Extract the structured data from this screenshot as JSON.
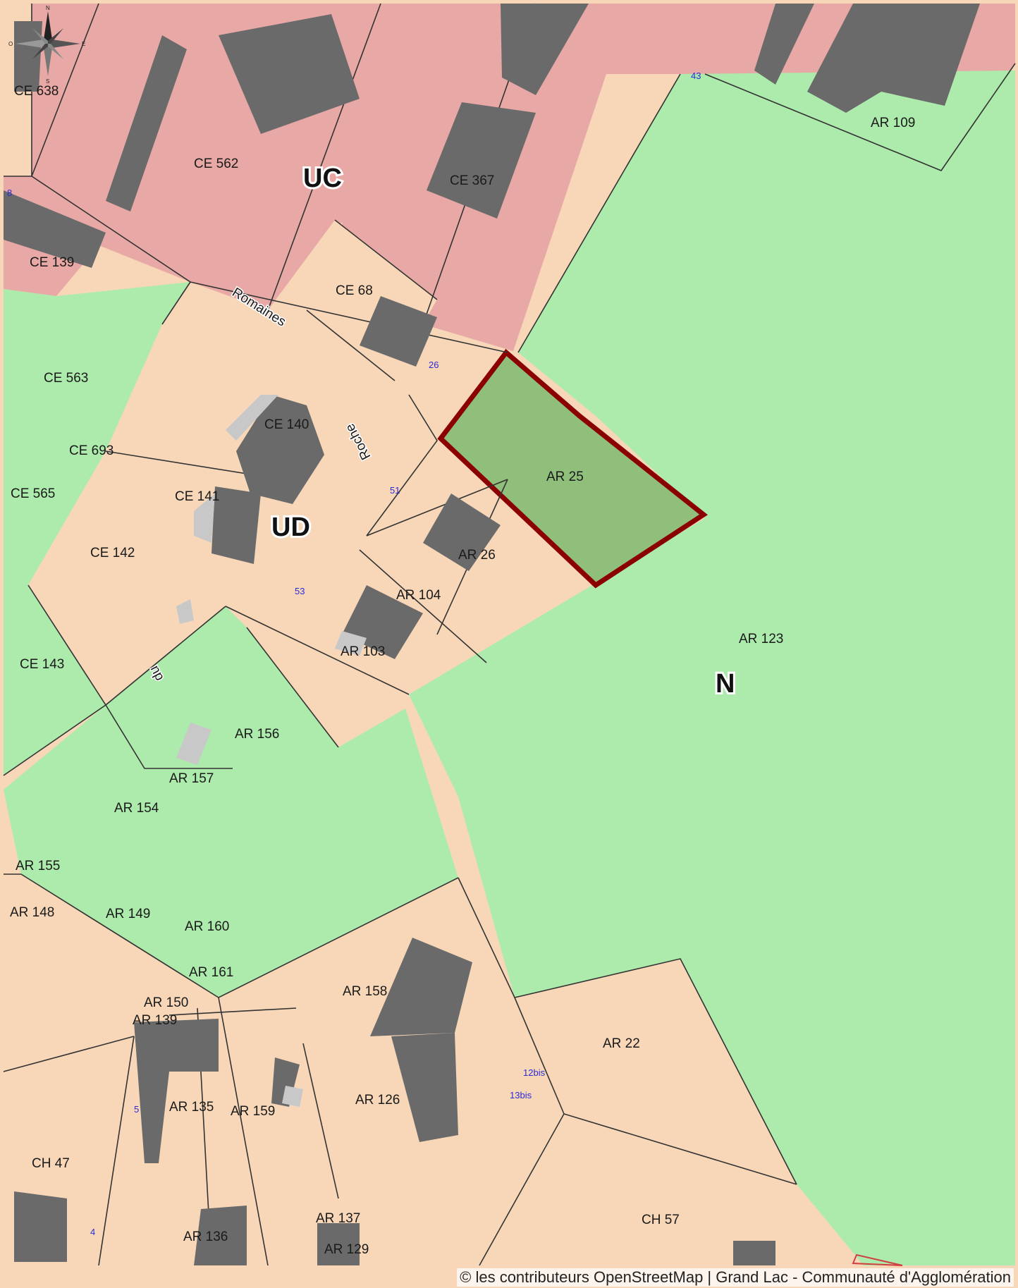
{
  "map": {
    "colors": {
      "uc_zone": "#e8a9a6",
      "ud_zone": "#f7d7b8",
      "n_zone": "#acebac",
      "building": "#6a6a6a",
      "annex": "#c8c8c8",
      "parcel_line": "#333333",
      "highlight_stroke": "#8b0000",
      "highlight_fill": "#8fbf7a",
      "house_number": "#2b2bd6"
    },
    "zones": {
      "uc": "UC",
      "ud": "UD",
      "n": "N"
    },
    "streets": {
      "romaines": "Romaines",
      "roche": "Roche",
      "du": "du"
    },
    "highlighted_parcel": "AR 25",
    "parcels": [
      "CE 638",
      "CE 562",
      "CE 367",
      "AR 109",
      "CE 139",
      "CE 68",
      "CE 563",
      "CE 140",
      "CE 693",
      "CE 565",
      "CE 141",
      "CE 142",
      "AR 26",
      "AR 104",
      "AR 103",
      "AR 123",
      "CE 143",
      "AR 156",
      "AR 157",
      "AR 154",
      "AR 155",
      "AR 148",
      "AR 149",
      "AR 160",
      "AR 161",
      "AR 150",
      "AR 139",
      "AR 158",
      "AR 22",
      "AR 135",
      "AR 159",
      "AR 126",
      "CH 47",
      "AR 137",
      "AR 136",
      "AR 129",
      "CH 57"
    ],
    "house_numbers": [
      "43",
      "8",
      "26",
      "51",
      "53",
      "12bis",
      "13bis",
      "5",
      "4"
    ],
    "compass": {
      "n": "N",
      "s": "S",
      "e": "E",
      "o": "O"
    },
    "attribution": "© les contributeurs OpenStreetMap | Grand Lac - Communauté d'Agglomération"
  }
}
